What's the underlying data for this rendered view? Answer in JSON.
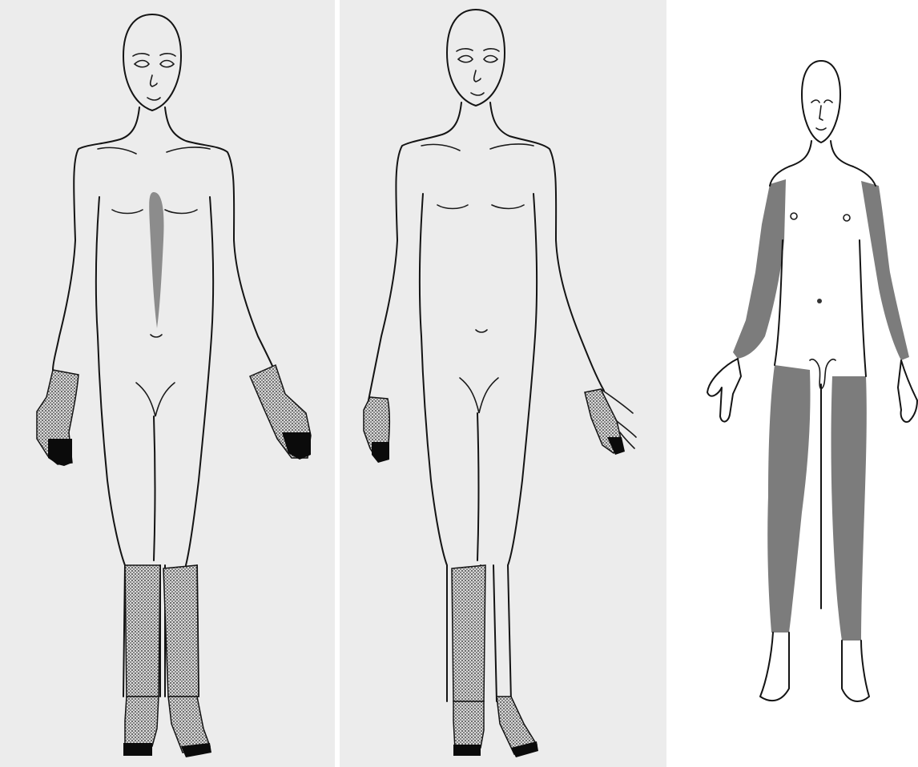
{
  "figure": {
    "panels": [
      {
        "style": "line-drawing",
        "shaded_regions": [
          "sternum",
          "left-hand",
          "right-hand",
          "left-lower-leg",
          "right-lower-leg",
          "left-foot",
          "right-foot"
        ]
      },
      {
        "style": "line-drawing",
        "shaded_regions": [
          "right-hand",
          "left-hand",
          "right-lower-leg",
          "right-foot",
          "left-foot"
        ]
      },
      {
        "style": "grayscale-illustration",
        "shaded_regions": [
          "left-arm",
          "right-arm",
          "left-thigh-and-leg",
          "right-thigh-and-leg"
        ]
      }
    ],
    "colors": {
      "panel_background": "#ececec",
      "outline": "#141414",
      "stipple_shading": "#9a9a9a",
      "solid_shading": "#7c7c7c",
      "fingertips": "#0b0b0b"
    }
  }
}
